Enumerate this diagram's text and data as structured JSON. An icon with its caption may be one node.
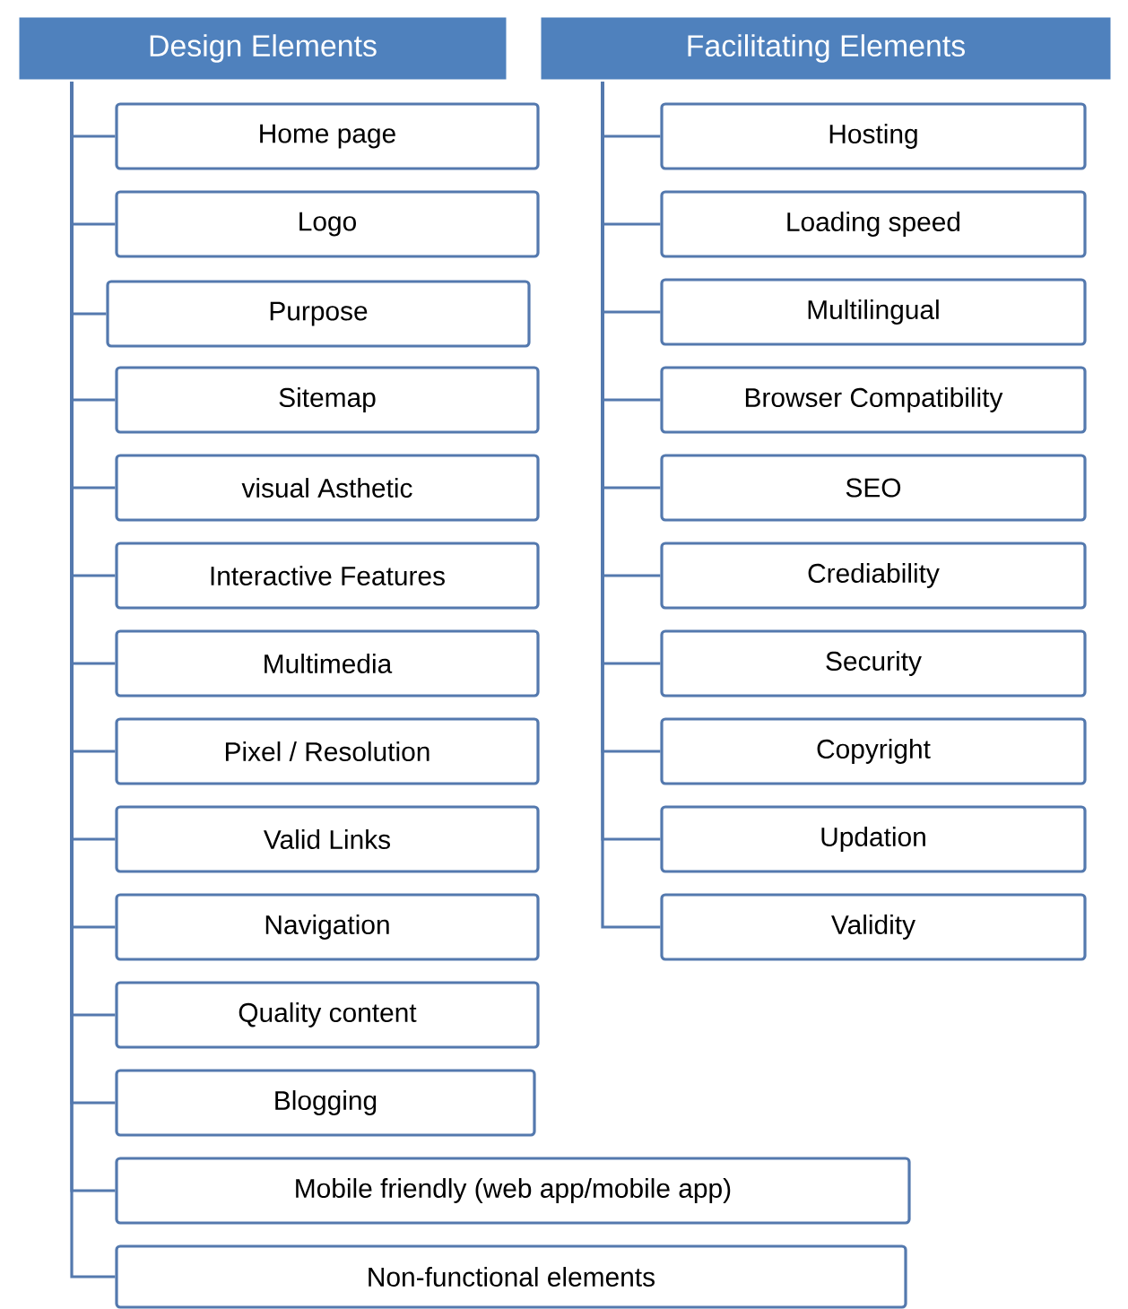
{
  "diagram": {
    "nodes": [
      {
        "text": [
          "Design Elements"
        ]
      },
      {
        "text": [
          "Home page"
        ]
      },
      {
        "text": [
          "Logo"
        ]
      },
      {
        "text": [
          "Purpose"
        ]
      },
      {
        "text": [
          "Sitemap"
        ]
      },
      {
        "text": [
          "visual Asthetic"
        ]
      },
      {
        "text": [
          "Interactive Features"
        ]
      },
      {
        "text": [
          "Multimedia"
        ]
      },
      {
        "text": [
          "Pixel / Resolution"
        ]
      },
      {
        "text": [
          "Valid Links"
        ]
      },
      {
        "text": [
          "Navigation"
        ]
      },
      {
        "text": [
          "Quality content"
        ]
      },
      {
        "text": [
          "Blogging"
        ]
      },
      {
        "text": [
          "Mobile friendly (web app/mobile app)"
        ]
      },
      {
        "text": [
          "Non-functional  elements"
        ]
      },
      {
        "text": [
          "Facilitating Elements"
        ]
      },
      {
        "text": [
          "Hosting"
        ]
      },
      {
        "text": [
          "Loading speed"
        ]
      },
      {
        "text": [
          "Multilingual"
        ]
      },
      {
        "text": [
          "Browser Compatibility"
        ]
      },
      {
        "text": [
          "SEO"
        ]
      },
      {
        "text": [
          "Crediability"
        ]
      },
      {
        "text": [
          "Security"
        ]
      },
      {
        "text": [
          "Copyright"
        ]
      },
      {
        "text": [
          "Updation"
        ]
      },
      {
        "text": [
          "Validity"
        ]
      }
    ],
    "edges": [
      {
        "from": 0,
        "to": 1,
        "arrow": "none"
      },
      {
        "from": 0,
        "to": 2,
        "arrow": "none"
      },
      {
        "from": 0,
        "to": 3,
        "arrow": "none"
      },
      {
        "from": 0,
        "to": 4,
        "arrow": "none"
      },
      {
        "from": 0,
        "to": 5,
        "arrow": "none"
      },
      {
        "from": 0,
        "to": 6,
        "arrow": "none"
      },
      {
        "from": 0,
        "to": 7,
        "arrow": "none"
      },
      {
        "from": 0,
        "to": 8,
        "arrow": "none"
      },
      {
        "from": 0,
        "to": 9,
        "arrow": "none"
      },
      {
        "from": 0,
        "to": 10,
        "arrow": "none"
      },
      {
        "from": 0,
        "to": 11,
        "arrow": "none"
      },
      {
        "from": 0,
        "to": 12,
        "arrow": "none"
      },
      {
        "from": 0,
        "to": 13,
        "arrow": "none"
      },
      {
        "from": 0,
        "to": 14,
        "arrow": "none"
      },
      {
        "from": 15,
        "to": 16,
        "arrow": "none"
      },
      {
        "from": 15,
        "to": 17,
        "arrow": "none"
      },
      {
        "from": 15,
        "to": 18,
        "arrow": "none"
      },
      {
        "from": 15,
        "to": 19,
        "arrow": "none"
      },
      {
        "from": 15,
        "to": 20,
        "arrow": "none"
      },
      {
        "from": 15,
        "to": 21,
        "arrow": "none"
      },
      {
        "from": 15,
        "to": 22,
        "arrow": "none"
      },
      {
        "from": 15,
        "to": 23,
        "arrow": "none"
      },
      {
        "from": 15,
        "to": 24,
        "arrow": "none"
      },
      {
        "from": 15,
        "to": 25,
        "arrow": "none"
      }
    ]
  }
}
